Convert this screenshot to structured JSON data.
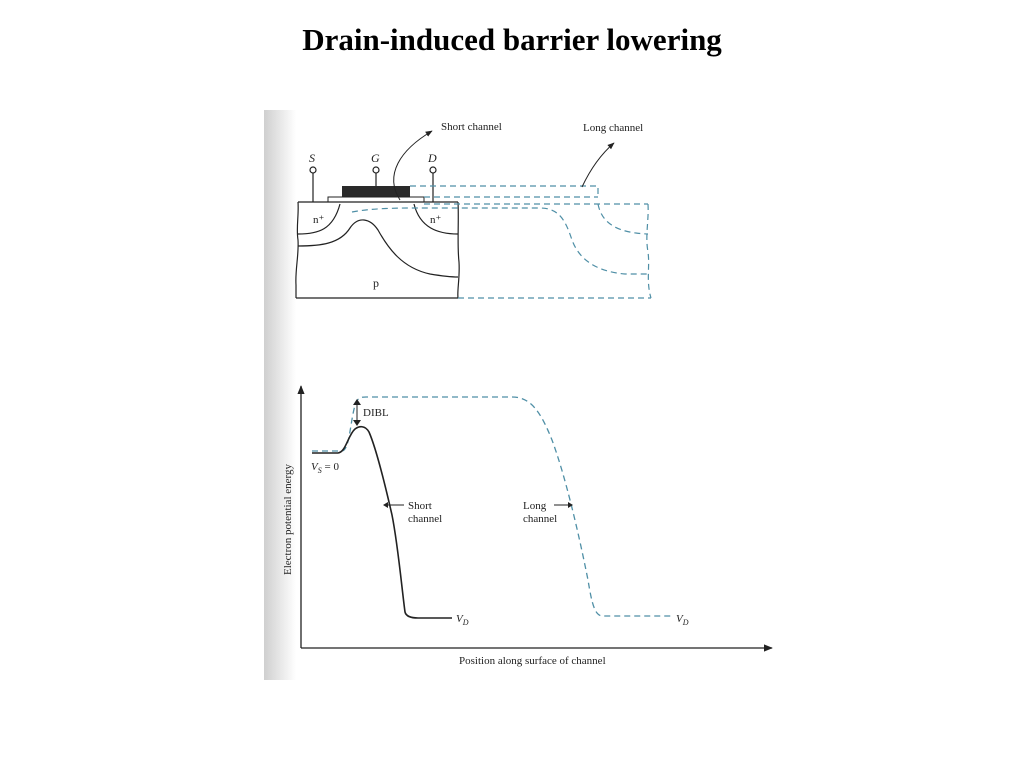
{
  "title": "Drain-induced barrier lowering",
  "device": {
    "source_label": "S",
    "gate_label": "G",
    "drain_label": "D",
    "n_plus_left": "n⁺",
    "n_plus_right": "n⁺",
    "substrate_label": "p",
    "short_channel_callout": "Short channel",
    "long_channel_callout": "Long channel"
  },
  "plot": {
    "y_axis_label": "Electron potential energy",
    "x_axis_label": "Position along surface of channel",
    "dibl_label": "DIBL",
    "vs_label": "V",
    "vs_sub": "S",
    "vs_value": " = 0",
    "vd_short_label": "V",
    "vd_short_sub": "D",
    "vd_long_label": "V",
    "vd_long_sub": "D",
    "short_line1": "Short",
    "short_line2": "channel",
    "long_line1": "Long",
    "long_line2": "channel"
  },
  "colors": {
    "short_channel": "#222222",
    "long_channel": "#4f8fa6",
    "scan_edge": "#d7d7d7"
  }
}
